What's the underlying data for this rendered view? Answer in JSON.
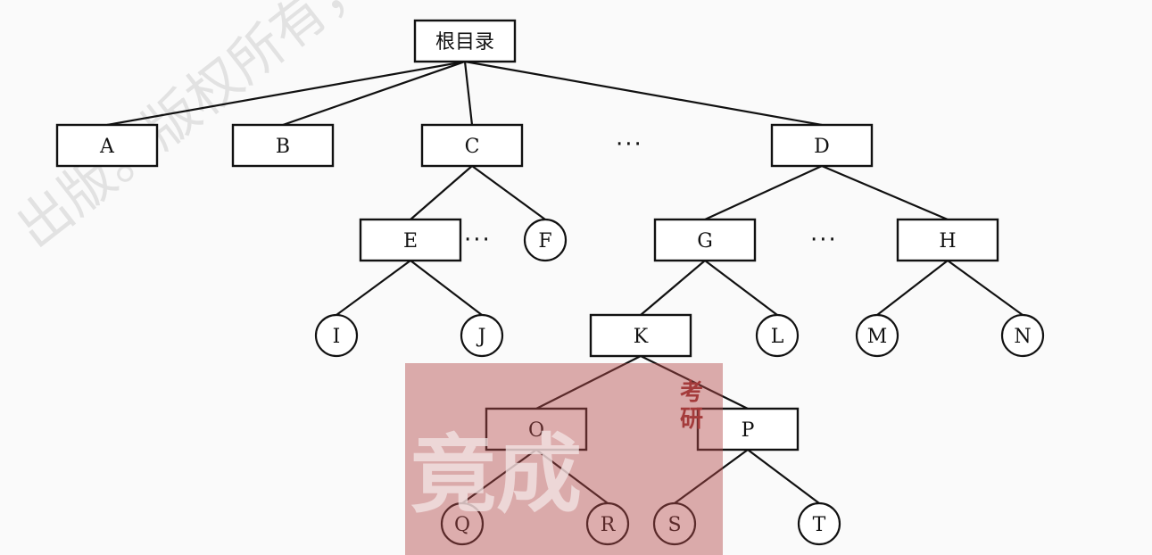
{
  "diagram": {
    "root_label": "根目录",
    "nodes": {
      "A": {
        "label": "A",
        "shape": "box"
      },
      "B": {
        "label": "B",
        "shape": "box"
      },
      "C": {
        "label": "C",
        "shape": "box"
      },
      "D": {
        "label": "D",
        "shape": "box"
      },
      "E": {
        "label": "E",
        "shape": "box"
      },
      "F": {
        "label": "F",
        "shape": "circle"
      },
      "G": {
        "label": "G",
        "shape": "box"
      },
      "H": {
        "label": "H",
        "shape": "box"
      },
      "I": {
        "label": "I",
        "shape": "circle"
      },
      "J": {
        "label": "J",
        "shape": "circle"
      },
      "K": {
        "label": "K",
        "shape": "box"
      },
      "L": {
        "label": "L",
        "shape": "circle"
      },
      "M": {
        "label": "M",
        "shape": "circle"
      },
      "N": {
        "label": "N",
        "shape": "circle"
      },
      "O": {
        "label": "O",
        "shape": "box"
      },
      "P": {
        "label": "P",
        "shape": "box"
      },
      "Q": {
        "label": "Q",
        "shape": "circle"
      },
      "R": {
        "label": "R",
        "shape": "circle"
      },
      "S": {
        "label": "S",
        "shape": "circle"
      },
      "T": {
        "label": "T",
        "shape": "circle"
      }
    },
    "edges": [
      [
        "root",
        "A"
      ],
      [
        "root",
        "B"
      ],
      [
        "root",
        "C"
      ],
      [
        "root",
        "D"
      ],
      [
        "C",
        "E"
      ],
      [
        "C",
        "F"
      ],
      [
        "D",
        "G"
      ],
      [
        "D",
        "H"
      ],
      [
        "E",
        "I"
      ],
      [
        "E",
        "J"
      ],
      [
        "G",
        "K"
      ],
      [
        "G",
        "L"
      ],
      [
        "H",
        "M"
      ],
      [
        "H",
        "N"
      ],
      [
        "K",
        "O"
      ],
      [
        "K",
        "P"
      ],
      [
        "O",
        "Q"
      ],
      [
        "O",
        "R"
      ],
      [
        "P",
        "S"
      ],
      [
        "P",
        "T"
      ]
    ],
    "ellipsis": "···"
  },
  "watermark": {
    "text": "出版。版权所有，盗版必究",
    "stamp_main": "竟成",
    "stamp_small_1": "考",
    "stamp_small_2": "研"
  }
}
